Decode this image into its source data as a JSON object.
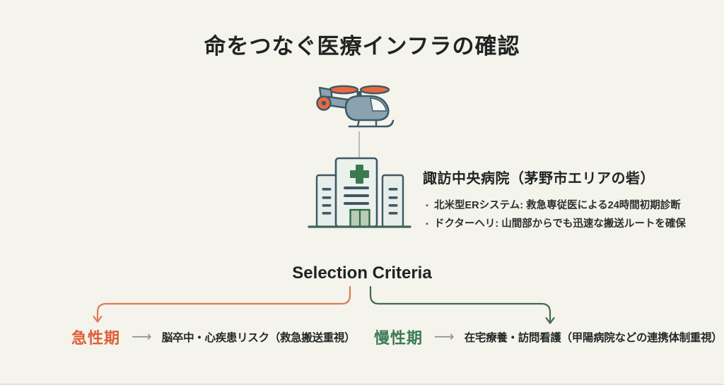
{
  "title": "命をつなぐ医療インフラの確認",
  "hospital": {
    "name": "諏訪中央病院（茅野市エリアの砦）",
    "bullet_marker": "・",
    "bullets": [
      "北米型ERシステム: 救急専従医による24時間初期診断",
      "ドクターヘリ: 山間部からでも迅速な搬送ルートを確保"
    ]
  },
  "selection": {
    "heading": "Selection Criteria",
    "branches": [
      {
        "label": "急性期",
        "arrow_char": "⟶",
        "description": "脳卒中・心疾患リスク（救急搬送重視）"
      },
      {
        "label": "慢性期",
        "arrow_char": "⟶",
        "description": "在宅療養・訪問看護（甲陽病院などの連携体制重視）"
      }
    ]
  },
  "icons": {
    "helicopter": "helicopter-icon",
    "hospital_building": "hospital-building-icon"
  },
  "colors": {
    "background": "#f4f3ec",
    "text_dark": "#1f2422",
    "acute_orange": "#de5f37",
    "chronic_green": "#3c7a54",
    "curve_orange": "#dc7a58",
    "curve_green": "#3f6b52",
    "arrow_gray": "#8d938f",
    "icon_outline": "#3d5966",
    "icon_body_blue": "#8ba3b1",
    "icon_orange": "#e7693f",
    "icon_light_fill": "#eaf0eb",
    "icon_green": "#3b7a50"
  }
}
